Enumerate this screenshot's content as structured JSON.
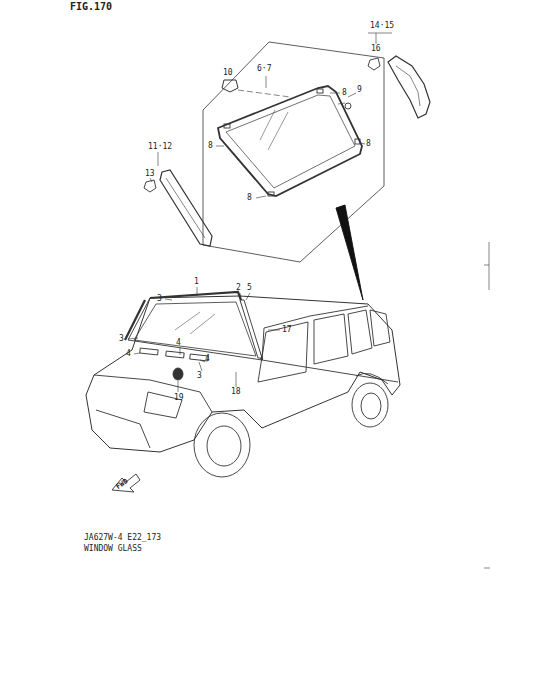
{
  "diagram": {
    "labels": [
      "FIG.170",
      "14·15",
      "16",
      "6·7",
      "10",
      "8",
      "9",
      "8",
      "8",
      "8",
      "11·12",
      "13",
      "1",
      "3",
      "2",
      "5",
      "17",
      "3",
      "4",
      "4",
      "4",
      "3",
      "18",
      "19",
      "FWD",
      "JA627W-4  E22_173",
      "WINDOW GLASS"
    ]
  }
}
